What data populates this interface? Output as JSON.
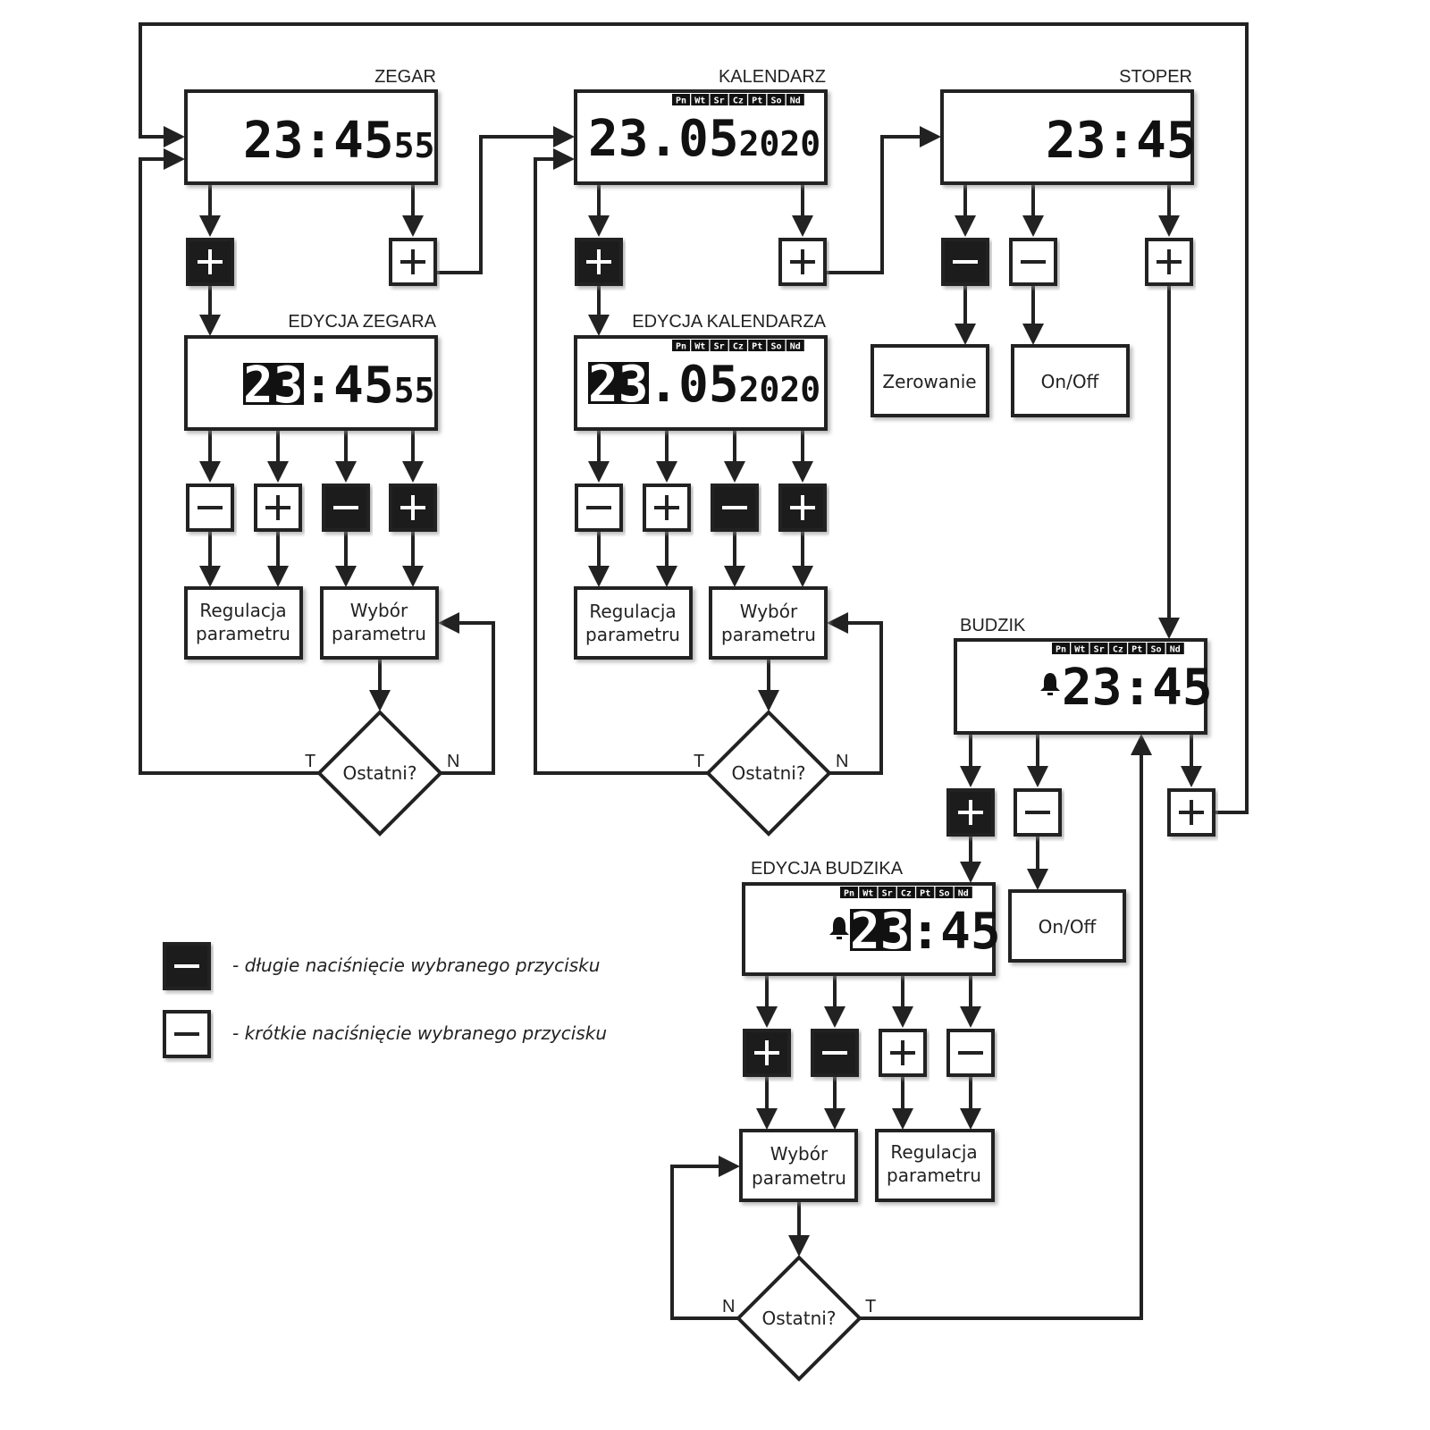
{
  "colors": {
    "line": "#222222",
    "long_press": "#1a1a1a",
    "short_press": "#ffffff"
  },
  "days": [
    "Pn",
    "Wt",
    "Sr",
    "Cz",
    "Pt",
    "So",
    "Nd"
  ],
  "screens": {
    "zegar": {
      "label": "ZEGAR",
      "main": "23:45",
      "small": "55"
    },
    "kalendarz": {
      "label": "KALENDARZ",
      "main": "23.05",
      "small": "2020"
    },
    "stoper": {
      "label": "STOPER",
      "main": "23:45"
    },
    "edycja_zegara": {
      "label": "EDYCJA ZEGARA",
      "hl": "23",
      "main": ":45",
      "small": "55"
    },
    "edycja_kalendarza": {
      "label": "EDYCJA KALENDARZA",
      "hl": "23",
      "main": ".05",
      "small": "2020"
    },
    "budzik": {
      "label": "BUDZIK",
      "main": "23:45",
      "icon": "bell-icon"
    },
    "edycja_budzika": {
      "label": "EDYCJA BUDZIKA",
      "hl": "23",
      "main": ":45",
      "icon": "bell-icon"
    }
  },
  "boxes": {
    "zerowanie": "Zerowanie",
    "on_off": "On/Off",
    "on_off_budzik": "On/Off",
    "regulacja": [
      "Regulacja",
      "parametru"
    ],
    "wybor": [
      "Wybór",
      "parametru"
    ]
  },
  "decision": {
    "text": "Ostatni?",
    "yes": "T",
    "no": "N"
  },
  "buttons": [
    {
      "symbol": "+",
      "press": "long"
    },
    {
      "symbol": "+",
      "press": "short"
    },
    {
      "symbol": "+",
      "press": "long"
    },
    {
      "symbol": "+",
      "press": "short"
    },
    {
      "symbol": "−",
      "press": "long"
    },
    {
      "symbol": "−",
      "press": "short"
    },
    {
      "symbol": "+",
      "press": "short"
    },
    {
      "symbol": "−",
      "press": "short"
    },
    {
      "symbol": "+",
      "press": "short"
    },
    {
      "symbol": "−",
      "press": "long"
    },
    {
      "symbol": "+",
      "press": "long"
    },
    {
      "symbol": "−",
      "press": "short"
    },
    {
      "symbol": "+",
      "press": "short"
    },
    {
      "symbol": "−",
      "press": "long"
    },
    {
      "symbol": "+",
      "press": "long"
    },
    {
      "symbol": "+",
      "press": "long"
    },
    {
      "symbol": "−",
      "press": "short"
    },
    {
      "symbol": "+",
      "press": "short"
    },
    {
      "symbol": "+",
      "press": "long"
    },
    {
      "symbol": "−",
      "press": "long"
    },
    {
      "symbol": "+",
      "press": "short"
    },
    {
      "symbol": "−",
      "press": "short"
    }
  ],
  "legend": [
    {
      "symbol": "−",
      "press": "long",
      "text": "- długie naciśnięcie wybranego przycisku"
    },
    {
      "symbol": "−",
      "press": "short",
      "text": "- krótkie naciśnięcie wybranego przycisku"
    }
  ]
}
